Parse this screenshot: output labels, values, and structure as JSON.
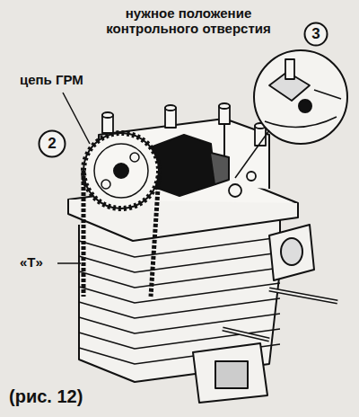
{
  "diagram": {
    "caption": "(рис. 12)",
    "nodes": [
      {
        "text": [
          "3"
        ]
      },
      {
        "text": [
          "2"
        ]
      }
    ],
    "labels": [
      "нужное положение контрольного отверстия",
      "цепь ГРМ",
      "«T»"
    ]
  }
}
